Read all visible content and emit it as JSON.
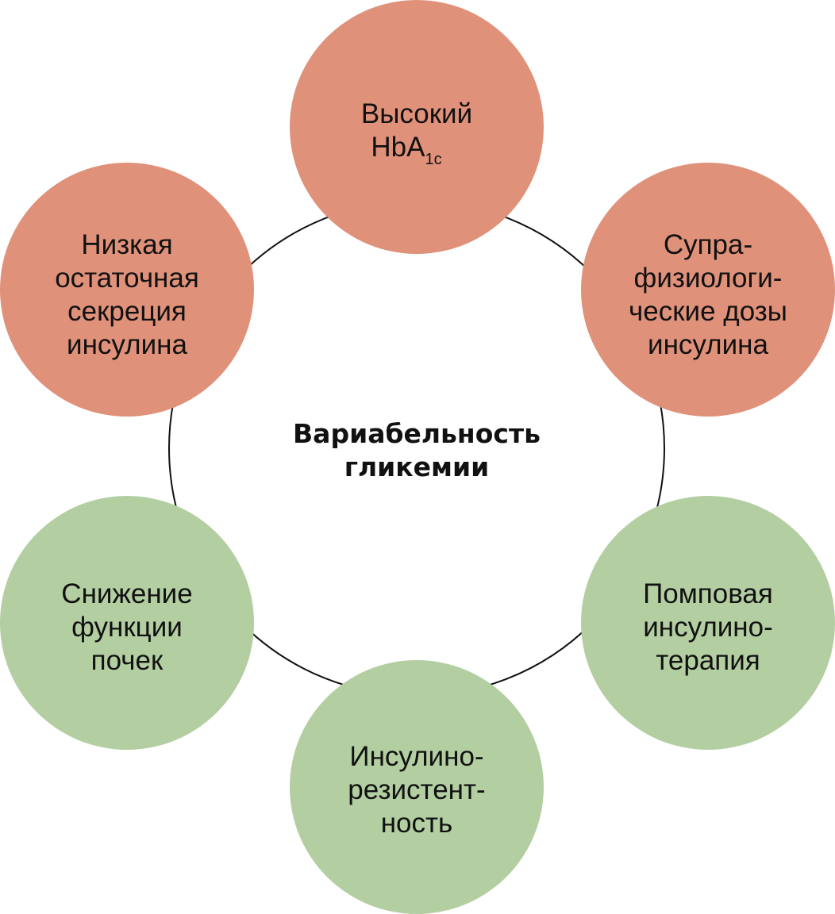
{
  "colors": {
    "risk": "#e0917a",
    "other": "#b3cfa2",
    "ring": "#111111"
  },
  "center": {
    "lines": [
      "Вариабельность",
      "гликемии"
    ]
  },
  "nodes": [
    {
      "id": "high-hba1c",
      "color": "risk",
      "lines": [
        "Высокий",
        "HbA"
      ],
      "subscript": "1c"
    },
    {
      "id": "supraphysiologic-doses",
      "color": "risk",
      "lines": [
        "Супра-",
        "физиологи-",
        "ческие дозы",
        "инсулина"
      ]
    },
    {
      "id": "pump-therapy",
      "color": "other",
      "lines": [
        "Помповая",
        "инсулино-",
        "терапия"
      ]
    },
    {
      "id": "insulin-resistance",
      "color": "other",
      "lines": [
        "Инсулино-",
        "резистент-",
        "ность"
      ]
    },
    {
      "id": "reduced-kidney-function",
      "color": "other",
      "lines": [
        "Снижение",
        "функции",
        "почек"
      ]
    },
    {
      "id": "low-residual-secretion",
      "color": "risk",
      "lines": [
        "Низкая",
        "остаточная",
        "секреция",
        "инсулина"
      ]
    }
  ]
}
